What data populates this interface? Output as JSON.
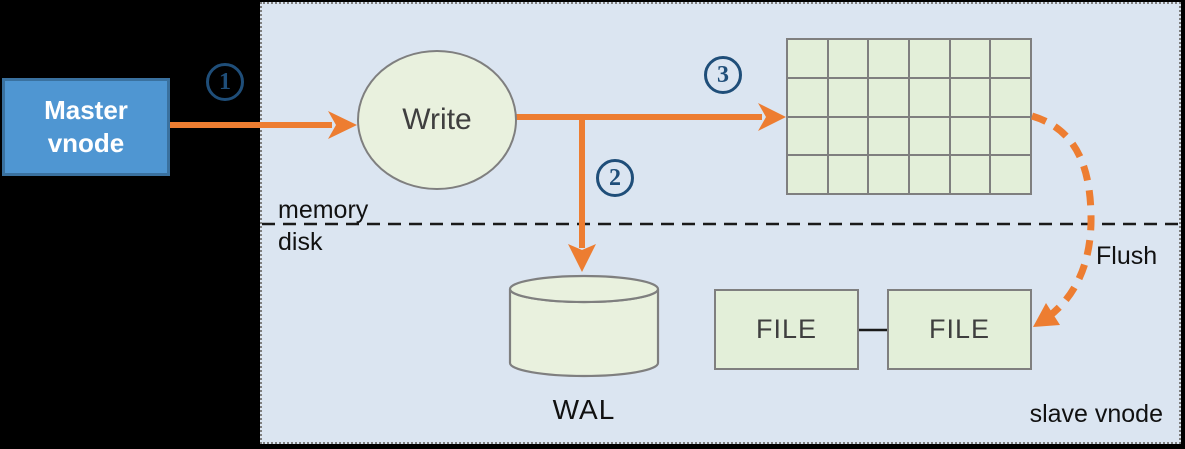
{
  "labels": {
    "master_line1": "Master",
    "master_line2": "vnode",
    "write": "Write",
    "wal": "WAL",
    "file_left": "FILE",
    "file_right": "FILE",
    "memory": "memory",
    "disk": "disk",
    "flush": "Flush",
    "slave_vnode": "slave vnode"
  },
  "steps": {
    "one": "1",
    "two": "2",
    "three": "3"
  },
  "grid": {
    "rows": 4,
    "cols": 6
  },
  "colors": {
    "background": "#000000",
    "panel_fill": "#dbe5f1",
    "master_fill": "#4f96d2",
    "master_border": "#3a719f",
    "shape_fill_green": "#e3efd9",
    "shape_fill_light": "#e9f1de",
    "shape_border_gray": "#7f7f7f",
    "accent_orange": "#ed7d31",
    "step_circle_blue": "#1f4e79"
  }
}
